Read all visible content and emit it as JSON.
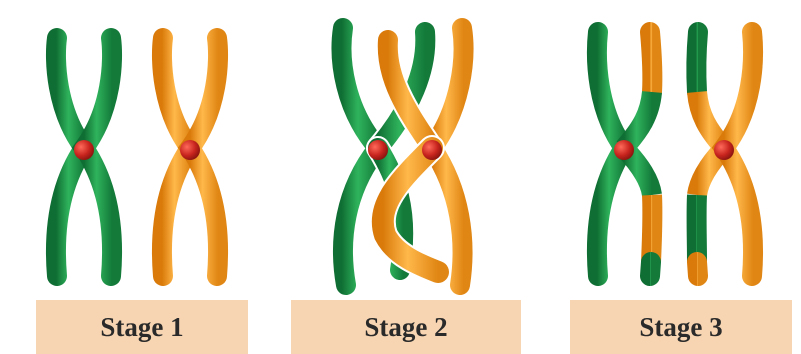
{
  "stages": [
    {
      "label": "Stage 1"
    },
    {
      "label": "Stage 2"
    },
    {
      "label": "Stage 3"
    }
  ],
  "colors": {
    "green": "#1e9a4a",
    "orange": "#f29a1c",
    "centromere": "#c8251e",
    "label_bg": "#f8d5b2"
  }
}
